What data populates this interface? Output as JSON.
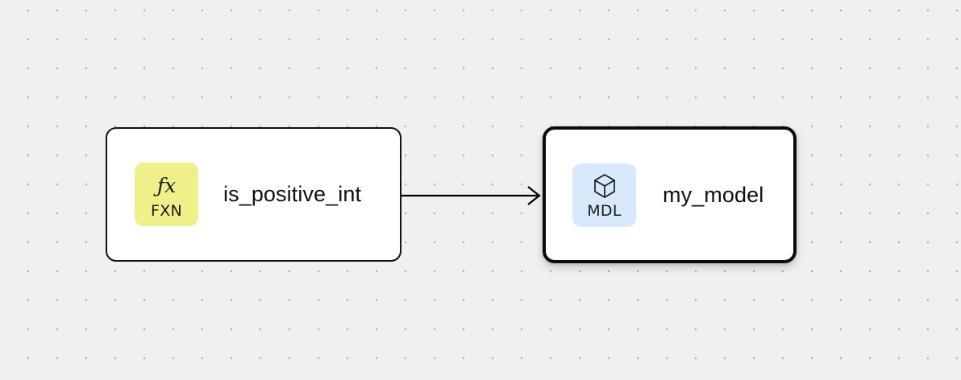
{
  "canvas": {
    "background_color": "#f0f0f0",
    "dot_color": "#adadb2",
    "grid_spacing": 36
  },
  "nodes": [
    {
      "id": "is_positive_int",
      "title": "is_positive_int",
      "badge": {
        "abbr": "FXN",
        "glyph": "ƒx",
        "icon_name": "function-icon",
        "background_color": "#f0f08a"
      },
      "selected": false,
      "border_color": "#111111"
    },
    {
      "id": "my_model",
      "title": "my_model",
      "badge": {
        "abbr": "MDL",
        "glyph": "cube",
        "icon_name": "cube-icon",
        "background_color": "#d8e8fb"
      },
      "selected": true,
      "border_color": "#0b0b0b"
    }
  ],
  "edges": [
    {
      "id": "edge-fxn-to-mdl",
      "source": "is_positive_int",
      "target": "my_model",
      "color": "#000000",
      "arrowhead": "open-chevron"
    }
  ]
}
